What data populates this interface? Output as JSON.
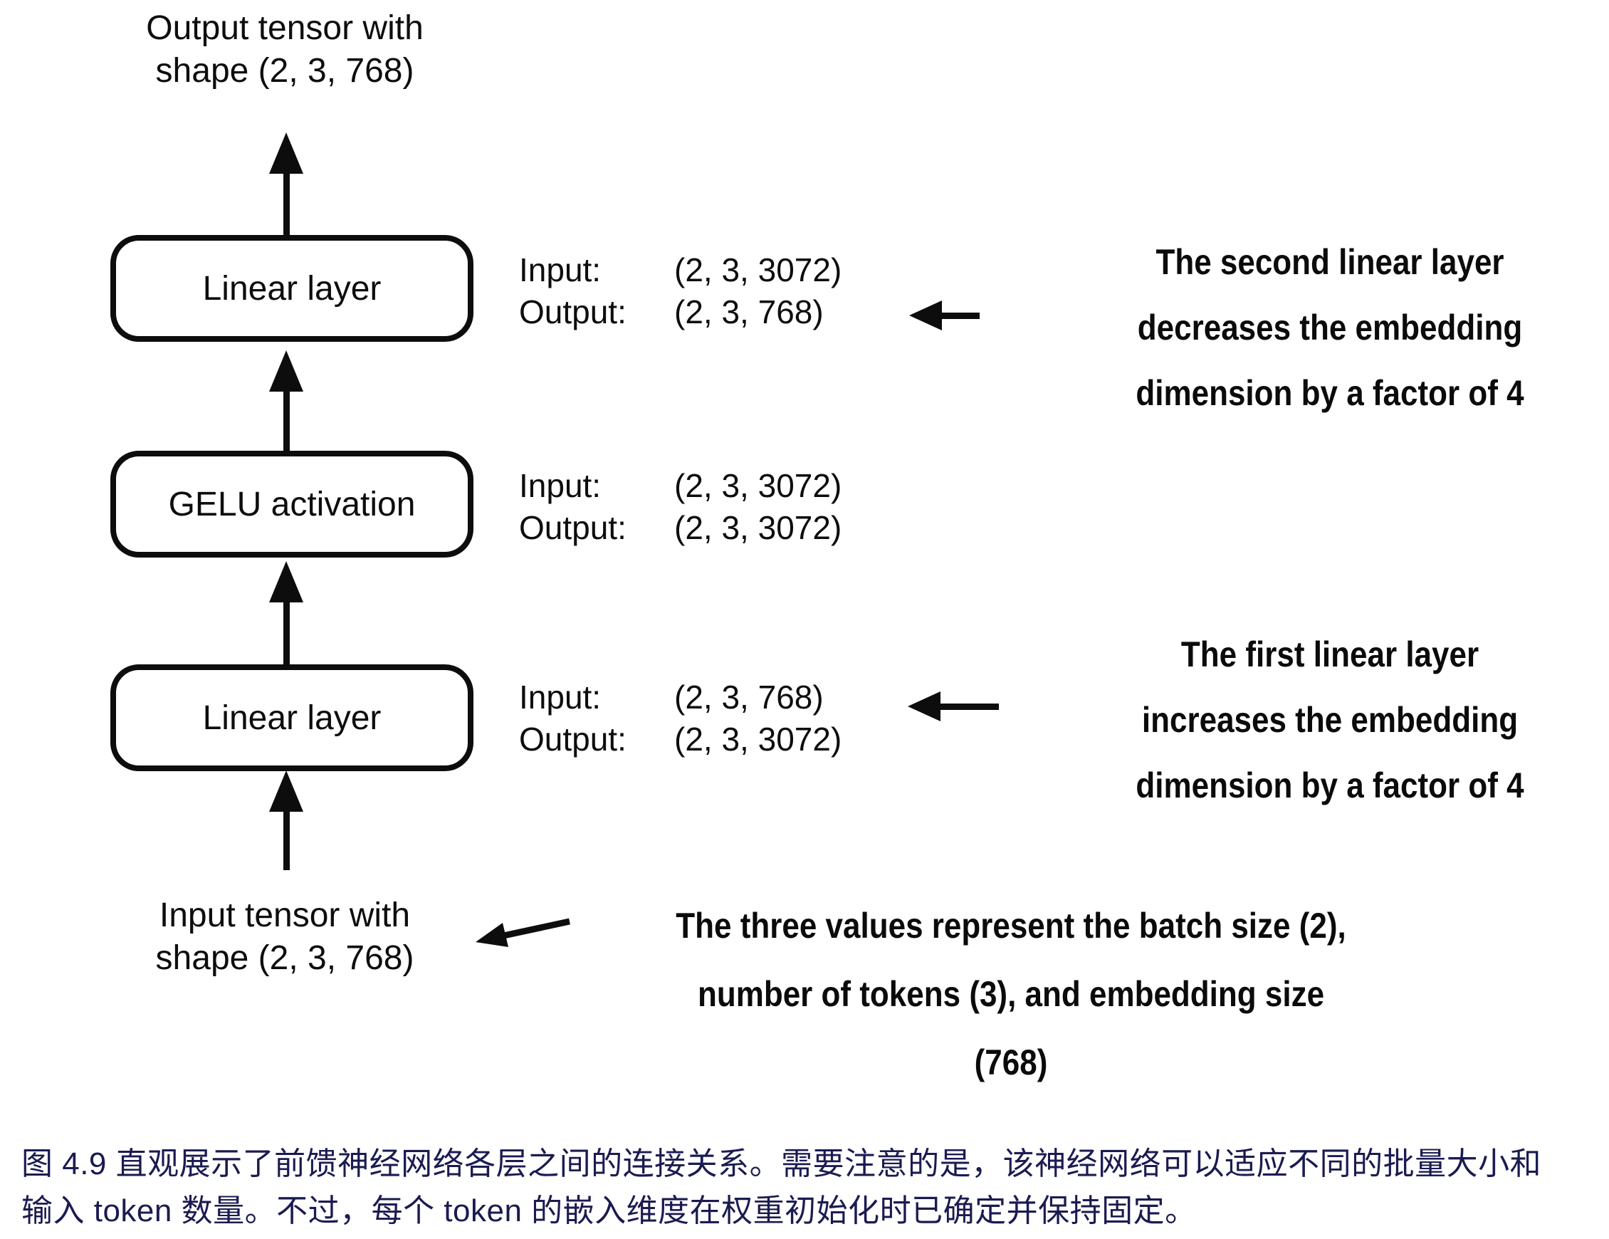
{
  "figure": {
    "output_tensor_label": {
      "lines": [
        "Output tensor with",
        "shape (2, 3, 768)"
      ]
    },
    "input_tensor_label": {
      "lines": [
        "Input tensor with",
        "shape (2, 3, 768)"
      ]
    },
    "nodes": [
      {
        "label": "Linear layer",
        "io": {
          "input_label": "Input:",
          "input_shape": "(2, 3, 3072)",
          "output_label": "Output:",
          "output_shape": "(2, 3, 768)"
        }
      },
      {
        "label": "GELU activation",
        "io": {
          "input_label": "Input:",
          "input_shape": "(2, 3, 3072)",
          "output_label": "Output:",
          "output_shape": "(2, 3, 3072)"
        }
      },
      {
        "label": "Linear layer",
        "io": {
          "input_label": "Input:",
          "input_shape": "(2, 3, 768)",
          "output_label": "Output:",
          "output_shape": "(2, 3, 3072)"
        }
      }
    ],
    "annotations": {
      "second_linear": {
        "lines": [
          "The second linear layer",
          "decreases the embedding",
          "dimension by a factor of 4"
        ]
      },
      "first_linear": {
        "lines": [
          "The first linear layer",
          "increases the embedding",
          "dimension by a factor of 4"
        ]
      },
      "batch_tokens_embedding": {
        "lines": [
          "The three values represent the batch size (2),",
          "number of tokens (3), and embedding size",
          "(768)"
        ]
      }
    }
  },
  "caption": {
    "lines": [
      "图 4.9 直观展示了前馈神经网络各层之间的连接关系。需要注意的是，该神经网络可以适应不同的批量大小和",
      "输入 token 数量。不过，每个 token 的嵌入维度在权重初始化时已确定并保持固定。"
    ],
    "color": "#1b1b52"
  },
  "colors": {
    "ink": "#0d0d0d",
    "background": "#ffffff"
  }
}
